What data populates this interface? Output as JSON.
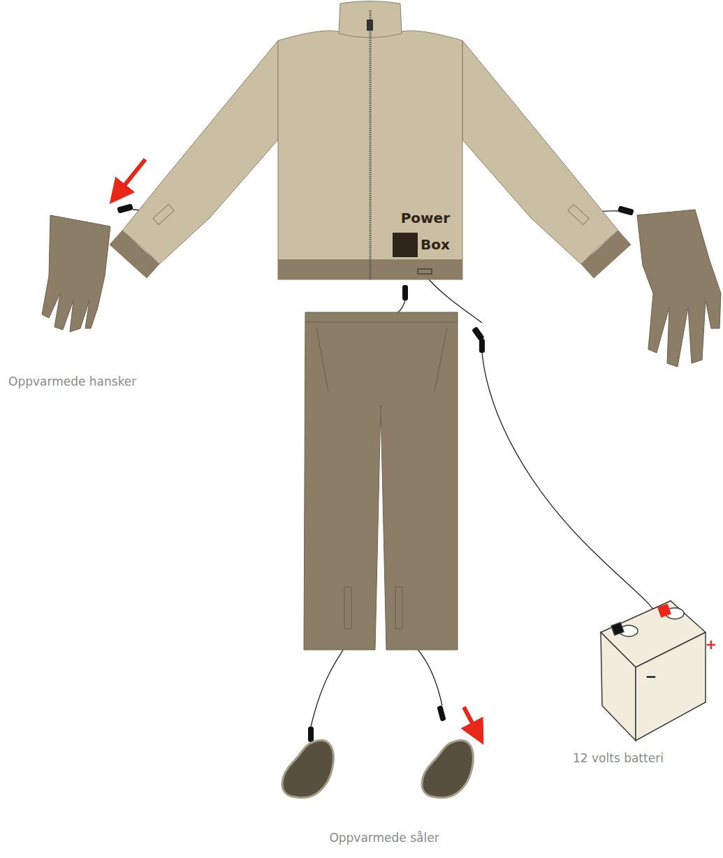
{
  "diagram": {
    "labels": [
      "Power Box",
      "Oppvarmede hansker",
      "12 volts batteri",
      "Oppvarmede såler",
      "−",
      "+"
    ]
  }
}
